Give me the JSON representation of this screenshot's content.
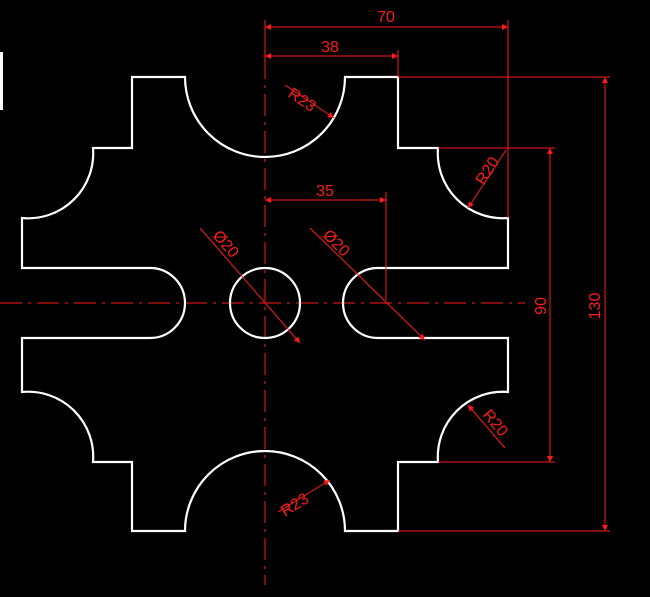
{
  "drawing": {
    "line_color": "#ffffff",
    "dimension_color": "#ff1a1a",
    "background": "#000000",
    "dimensions": {
      "overall_width": "70",
      "top_slot_width": "38",
      "hole_offset": "35",
      "top_radius": "R23",
      "bottom_radius": "R23",
      "upper_right_radius": "R20",
      "lower_right_radius": "R20",
      "center_hole_dia": "Ø20",
      "slot_dia": "Ø20",
      "inner_height": "90",
      "overall_height": "130"
    }
  }
}
